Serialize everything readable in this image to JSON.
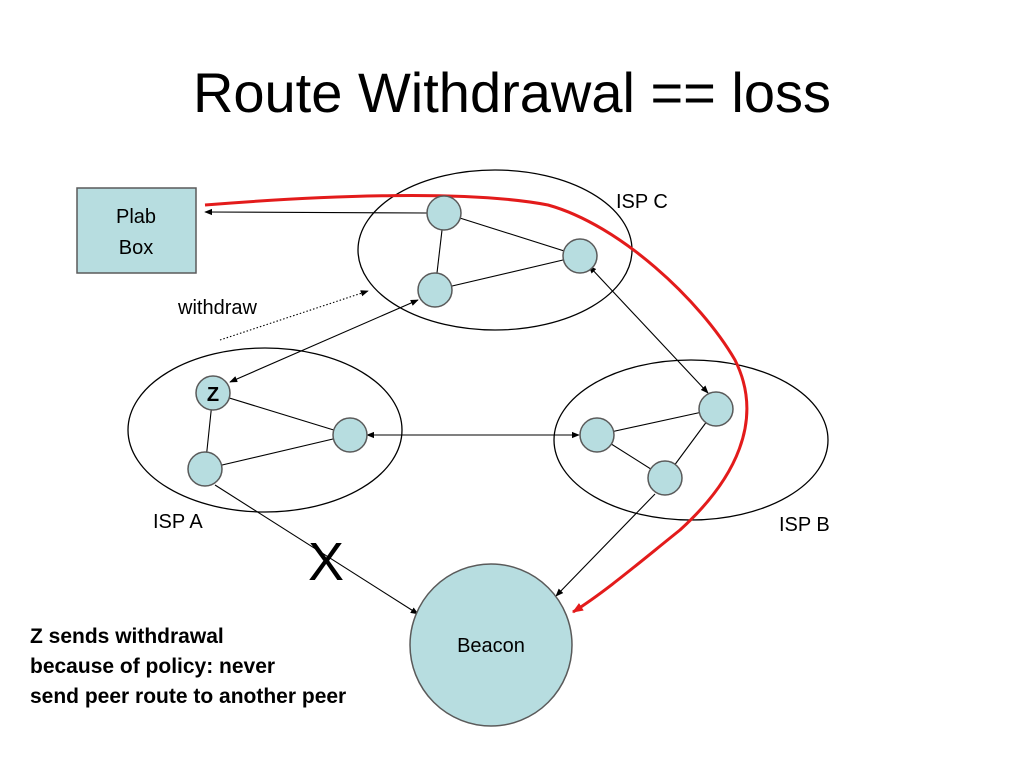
{
  "title": "Route Withdrawal == loss",
  "labels": {
    "plab_box_line1": "Plab",
    "plab_box_line2": "Box",
    "isp_c": "ISP C",
    "isp_a": "ISP A",
    "isp_b": "ISP B",
    "withdraw": "withdraw",
    "z_node": "Z",
    "beacon": "Beacon",
    "failed_link_mark": "X"
  },
  "caption": {
    "line1": "Z sends withdrawal",
    "line2": "because of policy: never",
    "line3": "send peer route to another peer"
  },
  "colors": {
    "node_fill": "#b7dde0",
    "node_stroke": "#5a5a5a",
    "highlight_path": "#e31b1b"
  }
}
